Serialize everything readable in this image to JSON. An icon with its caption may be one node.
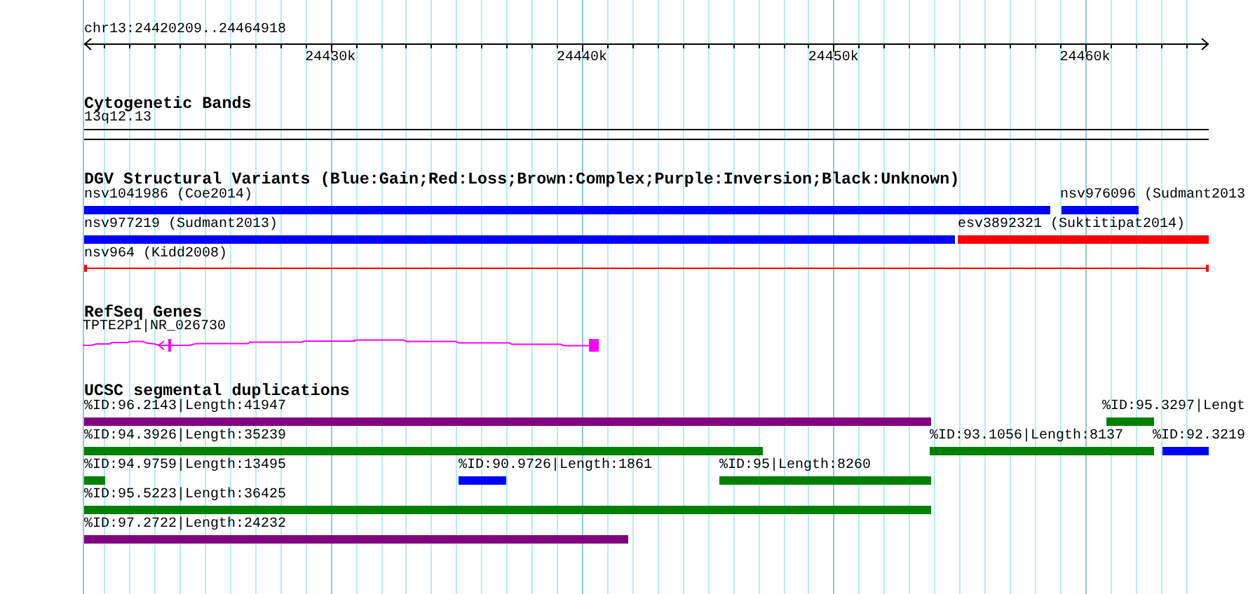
{
  "diagram": {
    "nodes": [
      {
        "text": [
          "13q12.13"
        ]
      },
      {
        "text": [
          "nsv1041986 (Coe2014)"
        ]
      },
      {
        "text": [
          "nsv976096 (Sudmant2013"
        ]
      },
      {
        "text": [
          "nsv977219 (Sudmant2013)"
        ]
      },
      {
        "text": [
          "esv3892321 (Suktitipat2014)"
        ]
      },
      {
        "text": [
          "nsv964 (Kidd2008)"
        ]
      },
      {
        "text": [
          "TPTE2P1|NR_026730"
        ]
      },
      {
        "text": [
          "%ID:96.2143|Length:41947"
        ]
      },
      {
        "text": [
          "%ID:95.3297|Lengt"
        ]
      },
      {
        "text": [
          "%ID:94.3926|Length:35239"
        ]
      },
      {
        "text": [
          "%ID:93.1056|Length:8137"
        ]
      },
      {
        "text": [
          "%ID:92.3219"
        ]
      },
      {
        "text": [
          "%ID:94.9759|Length:13495"
        ]
      },
      {
        "text": [
          "%ID:90.9726|Length:1861"
        ]
      },
      {
        "text": [
          "%ID:95|Length:8260"
        ]
      },
      {
        "text": [
          "%ID:95.5223|Length:36425"
        ]
      },
      {
        "text": [
          "%ID:97.2722|Length:24232"
        ]
      }
    ],
    "labels": [
      "chr13:24420209..24464918",
      "24430k",
      "24440k",
      "24450k",
      "24460k",
      "Cytogenetic Bands",
      "DGV Structural Variants (Blue:Gain;Red:Loss;Brown:Complex;Purple:Inversion;Black:Unknown)",
      "RefSeq Genes",
      "UCSC segmental duplications"
    ]
  }
}
